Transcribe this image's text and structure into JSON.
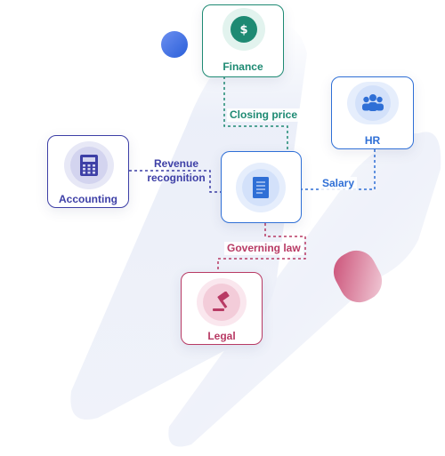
{
  "nodes": {
    "finance": {
      "label": "Finance",
      "icon": "dollar-icon",
      "color": "#1e8a73"
    },
    "hr": {
      "label": "HR",
      "icon": "people-icon",
      "color": "#2f6fd6"
    },
    "accounting": {
      "label": "Accounting",
      "icon": "calculator-icon",
      "color": "#3d3fa6"
    },
    "center": {
      "label": "",
      "icon": "document-icon",
      "color": "#2f6fd6"
    },
    "legal": {
      "label": "Legal",
      "icon": "gavel-icon",
      "color": "#b83a64"
    }
  },
  "edges": {
    "closing_price": "Closing price",
    "salary": "Salary",
    "revenue_line1": "Revenue",
    "revenue_line2": "recognition",
    "governing_law": "Governing law"
  }
}
